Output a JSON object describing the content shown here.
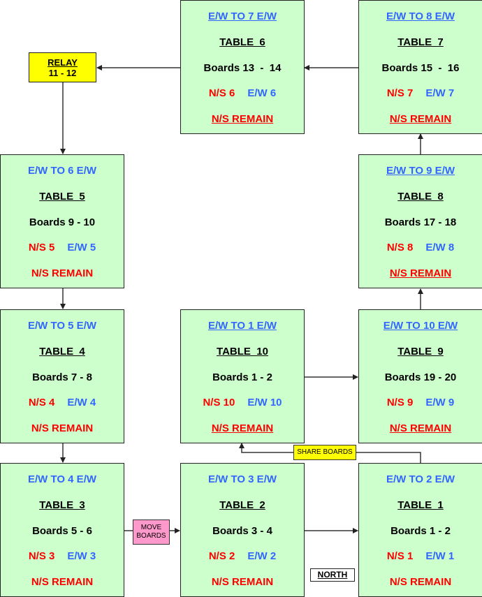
{
  "tables": [
    {
      "id": "6",
      "ew_move": "E/W TO 7 E/W",
      "title": "TABLE  6",
      "boards": "Boards 13  -  14",
      "ns": "N/S 6",
      "ew": "E/W 6",
      "remain": "N/S REMAIN"
    },
    {
      "id": "7",
      "ew_move": "E/W TO 8 E/W",
      "title": "TABLE  7",
      "boards": "Boards 15  -  16",
      "ns": "N/S 7",
      "ew": "E/W 7",
      "remain": "N/S REMAIN"
    },
    {
      "id": "5",
      "ew_move": "E/W TO 6 E/W",
      "title": "TABLE  5",
      "boards": "Boards 9 - 10",
      "ns": "N/S 5",
      "ew": "E/W 5",
      "remain": "N/S REMAIN"
    },
    {
      "id": "8",
      "ew_move": "E/W TO 9 E/W",
      "title": "TABLE  8",
      "boards": "Boards 17 - 18",
      "ns": "N/S 8",
      "ew": "E/W 8",
      "remain": "N/S REMAIN"
    },
    {
      "id": "4",
      "ew_move": "E/W TO 5 E/W",
      "title": "TABLE  4",
      "boards": "Boards 7 - 8",
      "ns": "N/S 4",
      "ew": "E/W 4",
      "remain": "N/S REMAIN"
    },
    {
      "id": "10",
      "ew_move": "E/W TO 1 E/W",
      "title": "TABLE  10",
      "boards": "Boards 1 - 2",
      "ns": "N/S 10",
      "ew": "E/W 10",
      "remain": "N/S REMAIN"
    },
    {
      "id": "9",
      "ew_move": "E/W TO 10 E/W",
      "title": "TABLE  9",
      "boards": "Boards 19 - 20",
      "ns": "N/S 9",
      "ew": "E/W 9",
      "remain": "N/S REMAIN"
    },
    {
      "id": "3",
      "ew_move": "E/W TO 4 E/W",
      "title": "TABLE  3",
      "boards": "Boards 5 - 6",
      "ns": "N/S 3",
      "ew": "E/W 3",
      "remain": "N/S REMAIN"
    },
    {
      "id": "2",
      "ew_move": "E/W TO 3 E/W",
      "title": "TABLE  2",
      "boards": "Boards 3 - 4",
      "ns": "N/S 2",
      "ew": "E/W 2",
      "remain": "N/S REMAIN"
    },
    {
      "id": "1",
      "ew_move": "E/W TO 2 E/W",
      "title": "TABLE  1",
      "boards": "Boards 1 - 2",
      "ns": "N/S 1",
      "ew": "E/W 1",
      "remain": "N/S REMAIN"
    }
  ],
  "relay": {
    "label": "RELAY",
    "boards": "11 - 12"
  },
  "move_boards": {
    "line1": "MOVE",
    "line2": "BOARDS"
  },
  "share_boards": "SHARE  BOARDS",
  "north": "NORTH",
  "colors": {
    "box_fill": "#ccffcc",
    "ns": "#ff0000",
    "ew": "#3366ff",
    "relay": "#ffff00",
    "move": "#ff99cc"
  }
}
